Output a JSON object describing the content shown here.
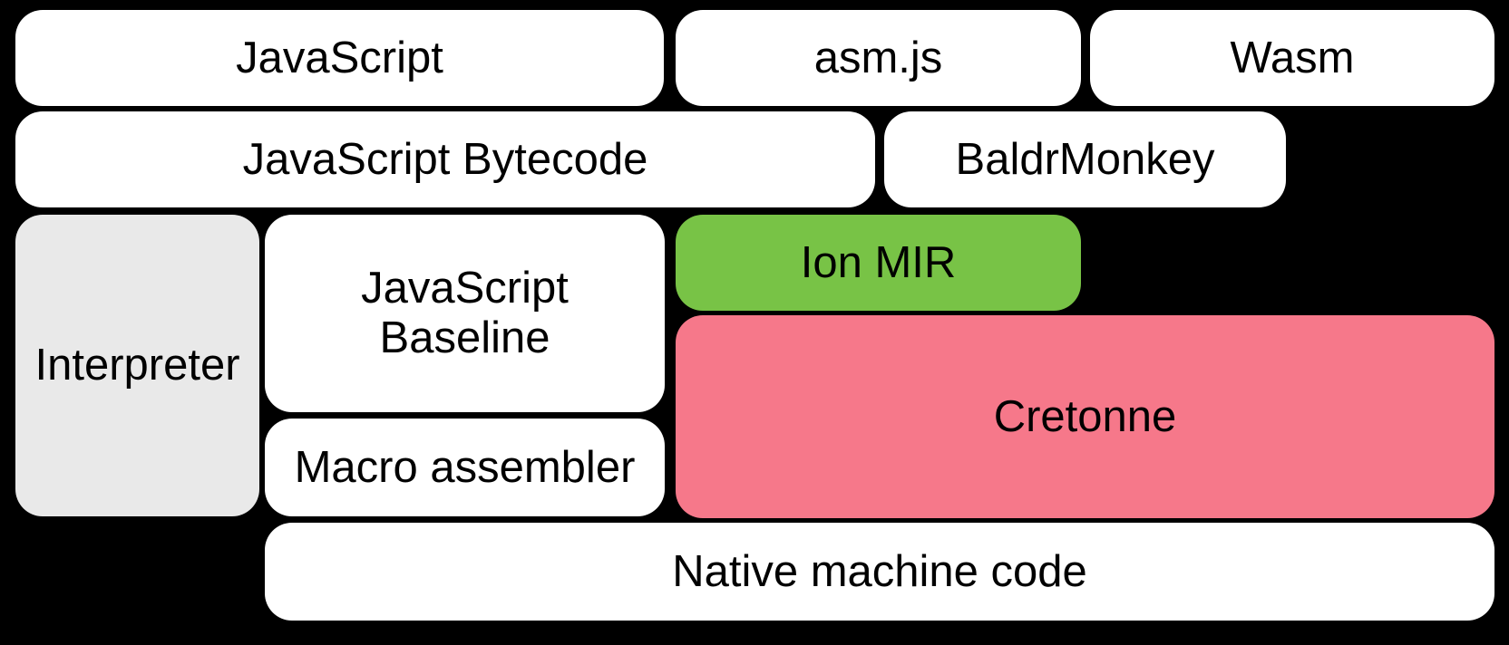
{
  "diagram": {
    "background_color": "#000000",
    "text_color": "#000000",
    "palette": {
      "default_box": "#ffffff",
      "interpreter_box": "#e9e9e9",
      "ion_mir_box": "#78c346",
      "cretonne_box": "#f6788a"
    },
    "nodes": [
      {
        "id": "javascript",
        "label": "JavaScript",
        "color": "#ffffff"
      },
      {
        "id": "asmjs",
        "label": "asm.js",
        "color": "#ffffff"
      },
      {
        "id": "wasm",
        "label": "Wasm",
        "color": "#ffffff"
      },
      {
        "id": "javascript-bytecode",
        "label": "JavaScript Bytecode",
        "color": "#ffffff"
      },
      {
        "id": "baldrmonkey",
        "label": "BaldrMonkey",
        "color": "#ffffff"
      },
      {
        "id": "interpreter",
        "label": "Interpreter",
        "color": "#e9e9e9"
      },
      {
        "id": "javascript-baseline",
        "label": "JavaScript Baseline",
        "color": "#ffffff"
      },
      {
        "id": "ion-mir",
        "label": "Ion MIR",
        "color": "#78c346"
      },
      {
        "id": "cretonne",
        "label": "Cretonne",
        "color": "#f6788a"
      },
      {
        "id": "macro-assembler",
        "label": "Macro assembler",
        "color": "#ffffff"
      },
      {
        "id": "native-machine-code",
        "label": "Native machine code",
        "color": "#ffffff"
      }
    ]
  }
}
